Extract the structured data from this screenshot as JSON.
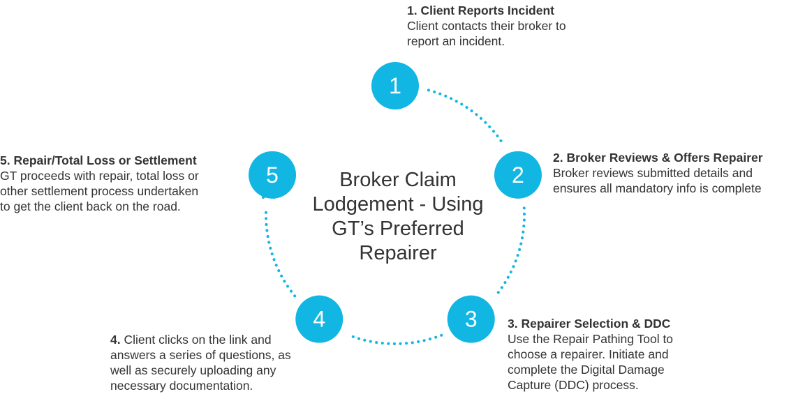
{
  "colors": {
    "accent": "#12b6e3",
    "text": "#333333",
    "background": "#ffffff"
  },
  "center_title": "Broker Claim\nLodgement - Using\nGT’s Preferred\nRepairer",
  "steps": [
    {
      "number": "1",
      "title": "1. Client Reports Incident",
      "description": "Client contacts their broker to\nreport an incident."
    },
    {
      "number": "2",
      "title": "2. Broker Reviews & Offers Repairer",
      "description": "Broker reviews submitted details and\nensures all mandatory info is complete"
    },
    {
      "number": "3",
      "title": "3. Repairer Selection & DDC",
      "description": "Use the Repair Pathing Tool to\nchoose a repairer. Initiate and\ncomplete the Digital Damage\nCapture (DDC) process."
    },
    {
      "number": "4",
      "lead": "4.",
      "description": " Client clicks on the link and\nanswers a series of questions, as\nwell as securely uploading any\nnecessary documentation."
    },
    {
      "number": "5",
      "title": "5. Repair/Total Loss or Settlement",
      "description": "GT proceeds with repair, total loss or\nother settlement process undertaken\nto get the client back on the road."
    }
  ]
}
